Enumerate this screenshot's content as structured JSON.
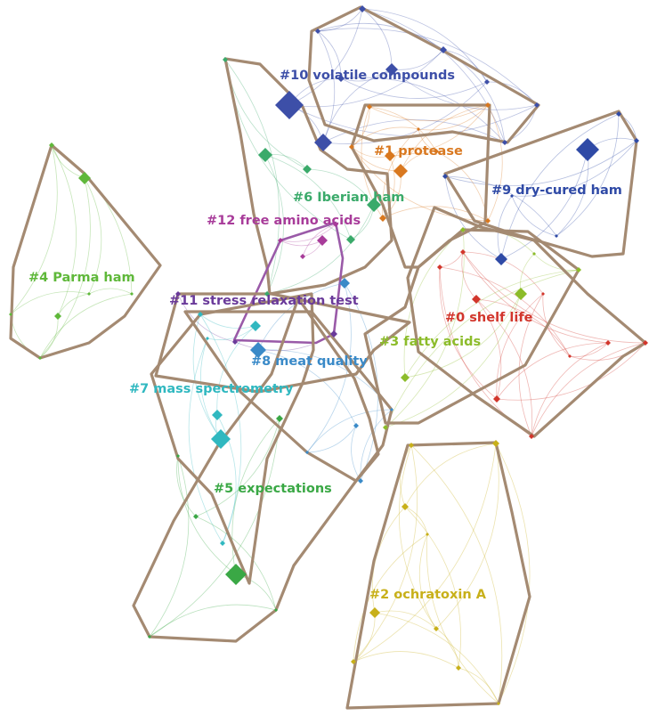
{
  "clusters": [
    {
      "id": "c10",
      "label": "#10 volatile compounds",
      "color": "#3d4fa8"
    },
    {
      "id": "c1",
      "label": "#1 protease",
      "color": "#d9781f"
    },
    {
      "id": "c9",
      "label": "#9 dry-cured ham",
      "color": "#2f4aa6"
    },
    {
      "id": "c6",
      "label": "#6 Iberian ham",
      "color": "#3aaa6a"
    },
    {
      "id": "c12",
      "label": "#12 free amino acids",
      "color": "#a83c9a"
    },
    {
      "id": "c4",
      "label": "#4 Parma ham",
      "color": "#5fb83a"
    },
    {
      "id": "c11",
      "label": "#11 stress relaxation test",
      "color": "#6a3a9a"
    },
    {
      "id": "c0",
      "label": "#0 shelf life",
      "color": "#d2352b"
    },
    {
      "id": "c3",
      "label": "#3 fatty acids",
      "color": "#8cbc2a"
    },
    {
      "id": "c8",
      "label": "#8 meat quality",
      "color": "#3a8ac8"
    },
    {
      "id": "c7",
      "label": "#7 mass spectrometry",
      "color": "#30b8c0"
    },
    {
      "id": "c5",
      "label": "#5 expectations",
      "color": "#3aa845"
    },
    {
      "id": "c2",
      "label": "#2 ochratoxin A",
      "color": "#c8b01a"
    }
  ]
}
